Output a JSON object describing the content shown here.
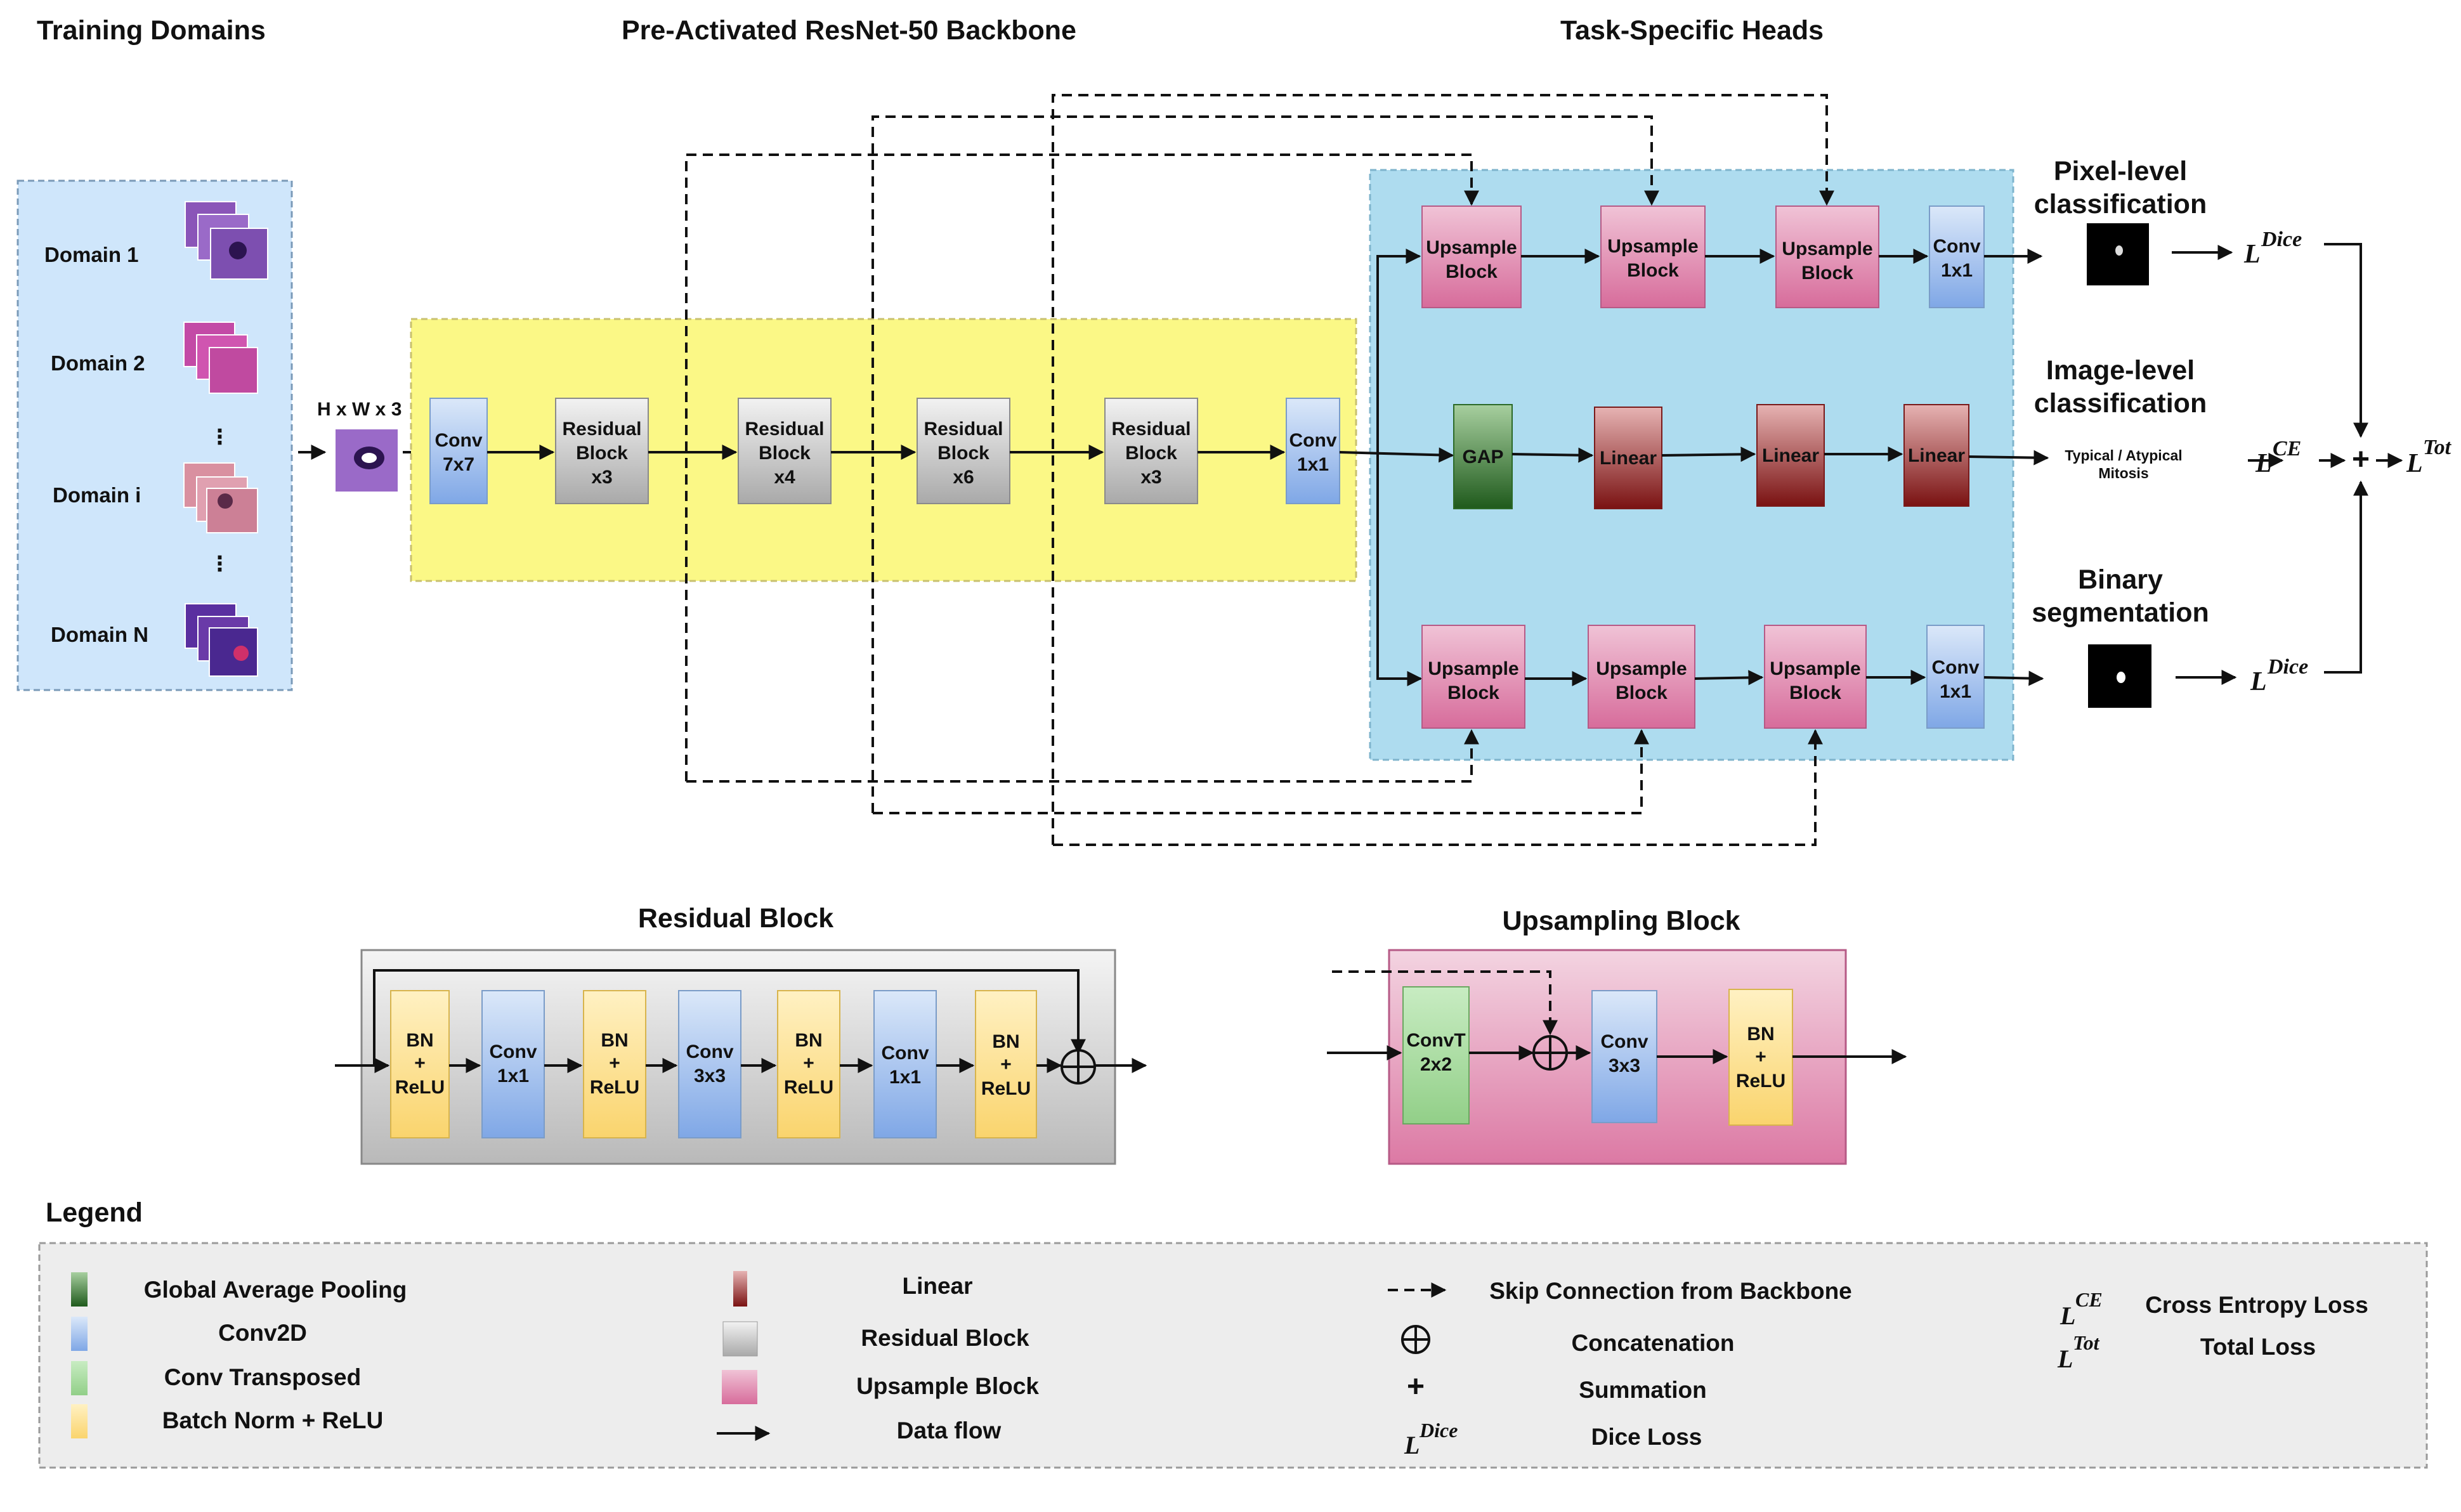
{
  "headers": {
    "training_domains": "Training Domains",
    "backbone": "Pre-Activated ResNet-50 Backbone",
    "heads": "Task-Specific Heads",
    "residual_block": "Residual Block",
    "upsampling_block": "Upsampling Block",
    "legend": "Legend"
  },
  "domains": [
    "Domain 1",
    "Domain 2",
    "Domain i",
    "Domain N"
  ],
  "input_size": "H x W x 3",
  "backbone_blocks": {
    "conv7": [
      "Conv",
      "7x7"
    ],
    "res1": [
      "Residual",
      "Block",
      "x3"
    ],
    "res2": [
      "Residual",
      "Block",
      "x4"
    ],
    "res3": [
      "Residual",
      "Block",
      "x6"
    ],
    "res4": [
      "Residual",
      "Block",
      "x3"
    ],
    "conv1": [
      "Conv",
      "1x1"
    ]
  },
  "heads": {
    "upsample": [
      "Upsample",
      "Block"
    ],
    "conv1x1": [
      "Conv",
      "1x1"
    ],
    "gap": "GAP",
    "linear": "Linear"
  },
  "outputs": {
    "pixel": [
      "Pixel-level",
      "classification"
    ],
    "image": [
      "Image-level",
      "classification"
    ],
    "binary": [
      "Binary",
      "segmentation"
    ],
    "typical": [
      "Typical / Atypical",
      "Mitosis"
    ]
  },
  "losses": {
    "L": "L",
    "dice": "Dice",
    "ce": "CE",
    "tot": "Tot",
    "plus": "+"
  },
  "residual_detail": {
    "bn": [
      "BN",
      "+",
      "ReLU"
    ],
    "conv1": [
      "Conv",
      "1x1"
    ],
    "conv3": [
      "Conv",
      "3x3"
    ]
  },
  "upsampling_detail": {
    "convt": [
      "ConvT",
      "2x2"
    ],
    "conv3": [
      "Conv",
      "3x3"
    ],
    "bn": [
      "BN",
      "+",
      "ReLU"
    ]
  },
  "legend": {
    "gap": "Global Average Pooling",
    "conv2d": "Conv2D",
    "convt": "Conv Transposed",
    "bn": "Batch Norm + ReLU",
    "linear": "Linear",
    "residual": "Residual Block",
    "upsample": "Upsample Block",
    "dataflow": "Data flow",
    "skip": "Skip Connection from Backbone",
    "concat": "Concatenation",
    "sum": "Summation",
    "dice": "Dice Loss",
    "ce": "Cross Entropy Loss",
    "tot": "Total Loss"
  },
  "colors": {
    "domain_panel": "#cfe6fb",
    "backbone_panel": "#fbf886",
    "heads_panel": "#aedcef",
    "conv_blue": "#9fbfec",
    "residual_gray": "#c8c8c8",
    "upsample_pink": "#dd86ab",
    "gap_green": "#3f8a3a",
    "linear_red": "#9a2a2a",
    "bn_yellow": "#fbe08f",
    "convt_green": "#a8dba0",
    "tissue_purple": "#8a4fb0"
  }
}
